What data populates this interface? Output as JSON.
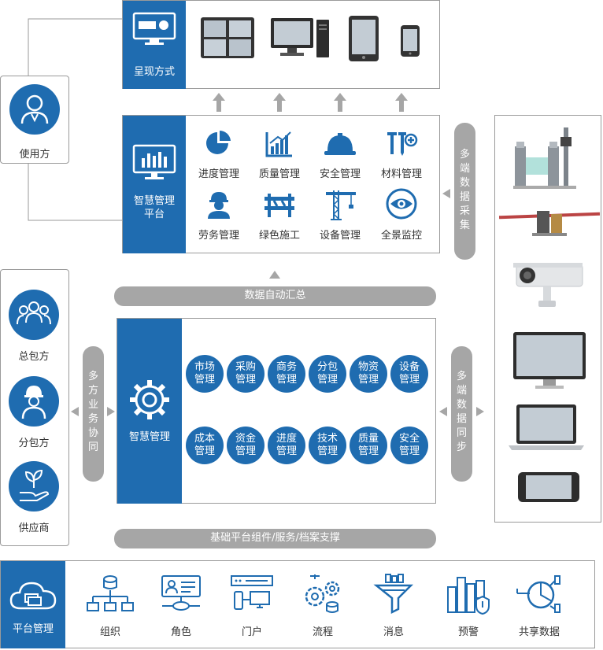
{
  "display": {
    "title": "呈现方式",
    "devices": [
      "video-wall-icon",
      "desktop-pc-icon",
      "tablet-icon",
      "phone-icon"
    ]
  },
  "user_side": {
    "label": "使用方"
  },
  "platform": {
    "title_line1": "智慧管理",
    "title_line2": "平台",
    "modules": [
      {
        "label": "进度管理",
        "icon": "pie-chart-icon"
      },
      {
        "label": "质量管理",
        "icon": "bar-chart-icon"
      },
      {
        "label": "安全管理",
        "icon": "hard-hat-icon"
      },
      {
        "label": "材料管理",
        "icon": "materials-icon"
      },
      {
        "label": "劳务管理",
        "icon": "worker-icon"
      },
      {
        "label": "绿色施工",
        "icon": "barrier-icon"
      },
      {
        "label": "设备管理",
        "icon": "tower-crane-icon"
      },
      {
        "label": "全景监控",
        "icon": "panorama-eye-icon"
      }
    ]
  },
  "collect_pill": {
    "chars": [
      "多",
      "端",
      "数",
      "据",
      "采",
      "集"
    ]
  },
  "auto_summary": {
    "label": "数据自动汇总"
  },
  "parties": [
    {
      "label": "总包方",
      "icon": "team-icon"
    },
    {
      "label": "分包方",
      "icon": "builder-icon"
    },
    {
      "label": "供应商",
      "icon": "plant-hand-icon"
    }
  ],
  "collab_pill": {
    "chars": [
      "多",
      "方",
      "业",
      "务",
      "协",
      "同"
    ]
  },
  "smart": {
    "title": "智慧管理",
    "row1": [
      [
        "市场",
        "管理"
      ],
      [
        "采购",
        "管理"
      ],
      [
        "商务",
        "管理"
      ],
      [
        "分包",
        "管理"
      ],
      [
        "物资",
        "管理"
      ],
      [
        "设备",
        "管理"
      ]
    ],
    "row2": [
      [
        "成本",
        "管理"
      ],
      [
        "资金",
        "管理"
      ],
      [
        "进度",
        "管理"
      ],
      [
        "技术",
        "管理"
      ],
      [
        "质量",
        "管理"
      ],
      [
        "安全",
        "管理"
      ]
    ]
  },
  "sync_pill": {
    "chars": [
      "多",
      "端",
      "数",
      "据",
      "同",
      "步"
    ]
  },
  "hardware": [
    "turnstile-icon",
    "gate-barrier-icon",
    "camera-icon",
    "monitor-icon",
    "laptop-icon",
    "smartphone-icon"
  ],
  "foundation": {
    "label": "基础平台组件/服务/档案支撑"
  },
  "bottom": {
    "title": "平台管理",
    "items": [
      {
        "label": "组织",
        "icon": "org-chart-icon"
      },
      {
        "label": "角色",
        "icon": "role-card-icon"
      },
      {
        "label": "门户",
        "icon": "portal-icon"
      },
      {
        "label": "流程",
        "icon": "process-gears-icon"
      },
      {
        "label": "消息",
        "icon": "message-funnel-icon"
      },
      {
        "label": "预警",
        "icon": "alert-city-icon"
      },
      {
        "label": "共享数据",
        "icon": "share-data-icon"
      }
    ]
  },
  "colors": {
    "primary": "#1f6cb0",
    "pill": "#a6a6a6",
    "border": "#9a9a9a"
  }
}
